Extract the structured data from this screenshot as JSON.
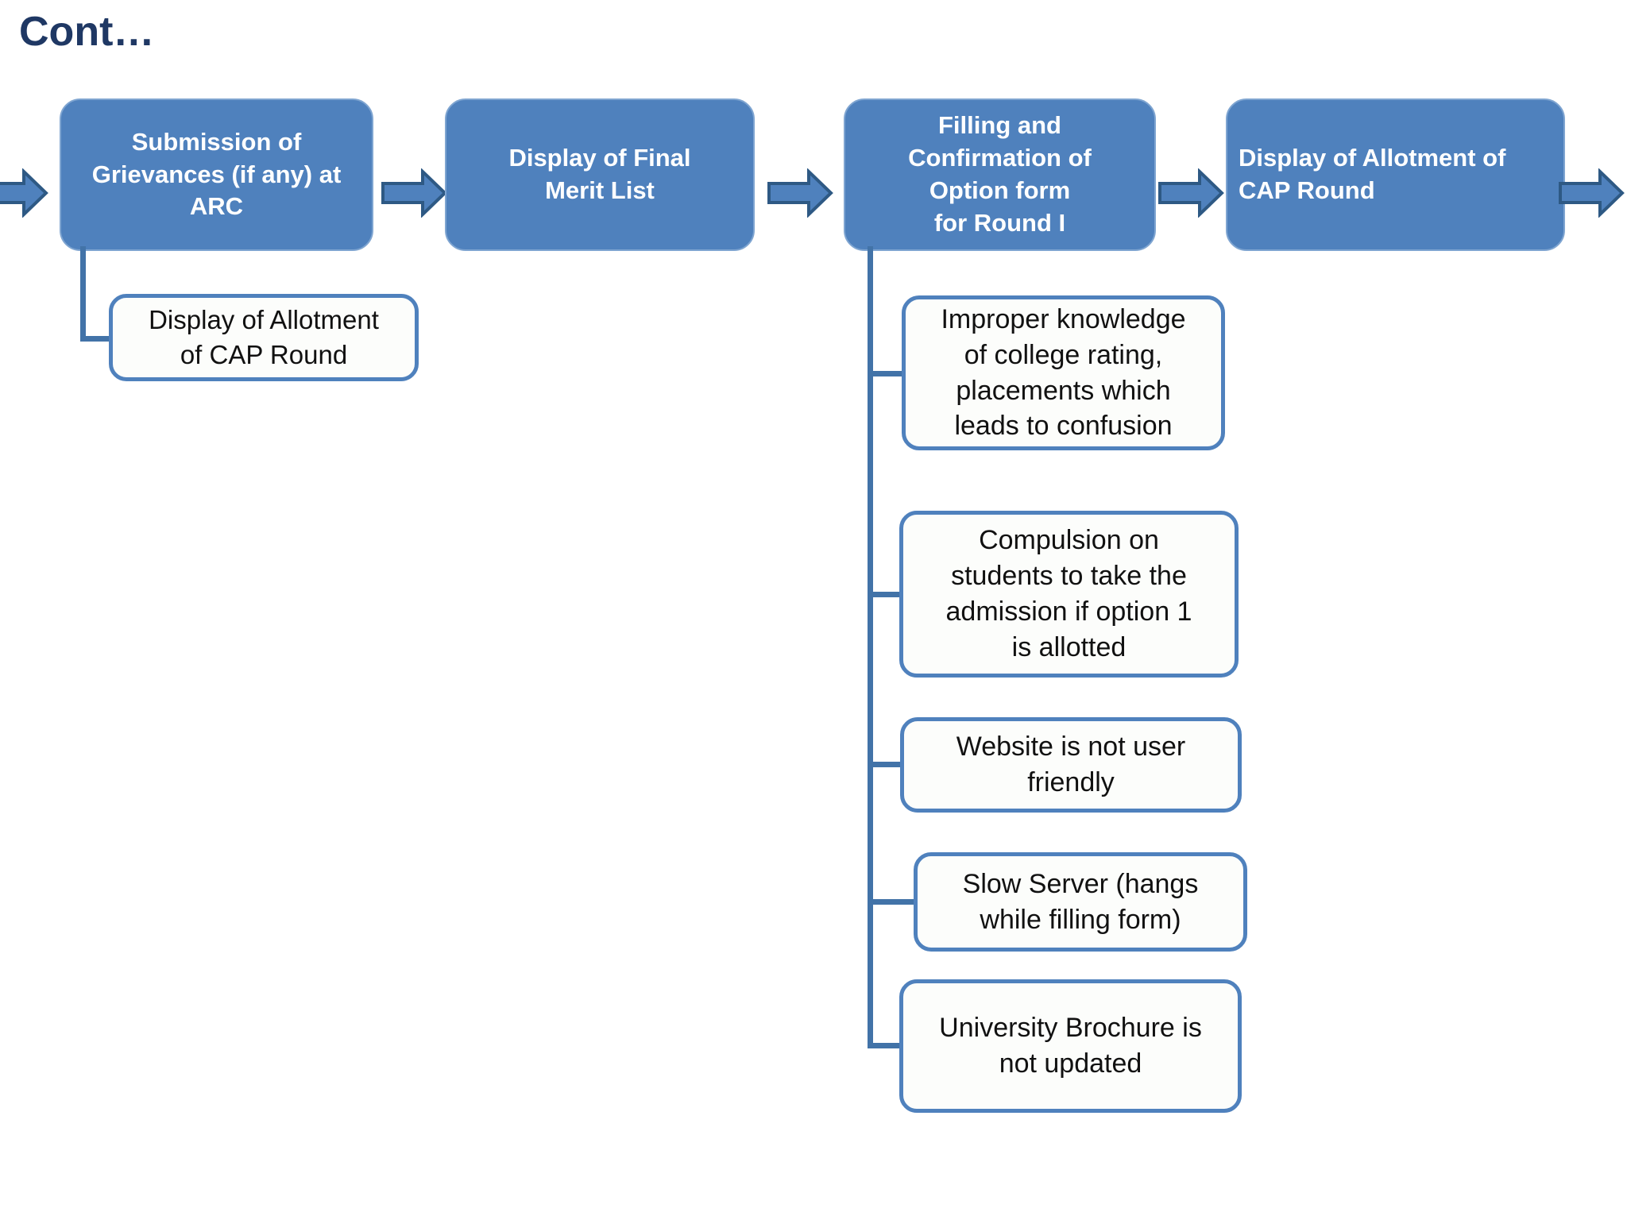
{
  "slide": {
    "title": "Cont…"
  },
  "colors": {
    "background": "#FFFFFF",
    "title_text": "#1F3864",
    "process_box_fill": "#4F81BD",
    "process_box_border": "#7FA5D1",
    "process_box_text": "#FFFFFF",
    "arrow_fill": "#4F81BD",
    "arrow_outline": "#2E5984",
    "connector": "#4273A8",
    "issue_box_fill": "#FCFDFB",
    "issue_box_border": "#4F81BD",
    "issue_box_text": "#111111"
  },
  "process_flow": {
    "steps": [
      {
        "label": "Submission of\nGrievances (if any) at\nARC"
      },
      {
        "label": "Display of Final\nMerit List"
      },
      {
        "label": "Filling and\nConfirmation of\nOption form\nfor Round I"
      },
      {
        "label": "Display of Allotment of\nCAP Round"
      }
    ]
  },
  "step1_branch": {
    "items": [
      {
        "label": "Display of Allotment\nof CAP Round"
      }
    ]
  },
  "step3_branch": {
    "items": [
      {
        "label": "Improper knowledge\nof college rating,\nplacements which\nleads to confusion"
      },
      {
        "label": "Compulsion on\nstudents to take the\nadmission if option 1\nis allotted"
      },
      {
        "label": "Website is not user\nfriendly"
      },
      {
        "label": "Slow Server (hangs\nwhile filling form)"
      },
      {
        "label": "University Brochure is\nnot updated"
      }
    ]
  }
}
